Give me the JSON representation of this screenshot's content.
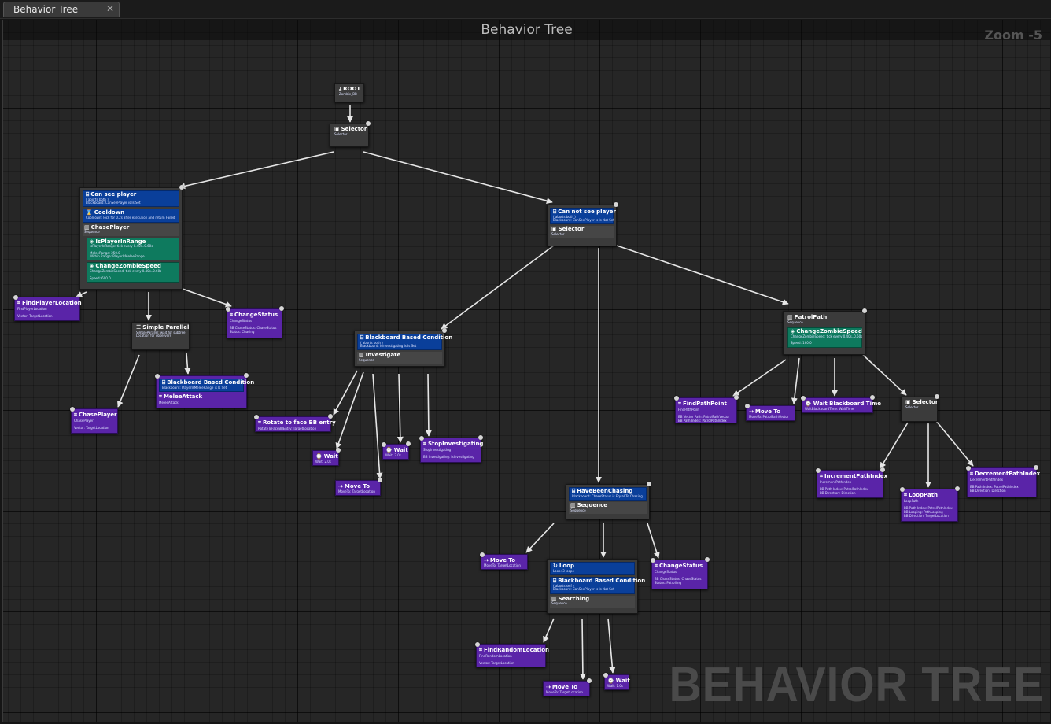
{
  "tab": {
    "title": "Behavior Tree"
  },
  "graph": {
    "title": "Behavior Tree",
    "zoom": "Zoom -5",
    "watermark": "BEHAVIOR TREE"
  },
  "nodes": {
    "root": {
      "title": "ROOT",
      "sub": "Zombie_BB"
    },
    "selector_main": {
      "title": "Selector",
      "sub": "Selector"
    },
    "can_see": {
      "deco_title": "Can see player",
      "deco_l1": "( aborts both )",
      "deco_l2": "Blackboard: CanSeePlayer is Is Set",
      "cooldown_title": "Cooldown",
      "cooldown_l1": "Cooldown: lock for 0.2s after execution and return Failed",
      "title": "ChasePlayer",
      "sub": "Sequence",
      "svc1_title": "IsPlayerInRange",
      "svc1_l1": "IsPlayerInRange: tick every 0.40s..0.60s",
      "svc1_l2": "MeleeRange: 250.0",
      "svc1_l3": "Within Range: PlayerIsMeleeRange",
      "svc2_title": "ChangeZombieSpeed",
      "svc2_l1": "ChangeZombieSpeed: tick every 0.40s..0.60s",
      "svc2_l2": "Speed: 600.0"
    },
    "find_player": {
      "title": "FindPlayerLocation",
      "sub": "FindPlayerLocation",
      "l1": "Vector: TargetLocation"
    },
    "simple_parallel": {
      "title": "Simple Parallel",
      "l1": "SimpleParallel: wait for subtree",
      "l2": "Location for observers"
    },
    "change_status_1": {
      "title": "ChangeStatus",
      "sub": "ChangeStatus",
      "l1": "BB ChaseStatus: ChaseStatus",
      "l2": "Status: Chasing"
    },
    "bb_melee": {
      "deco_title": "Blackboard Based Condition",
      "deco_l1": "Blackboard: PlayerIsMeleeRange is Is Set",
      "title": "MeleeAttack",
      "sub": "MeleeAttack"
    },
    "chase_player": {
      "title": "ChasePlayer",
      "sub": "ChasePlayer",
      "l1": "Vector: TargetLocation"
    },
    "cannot_see": {
      "deco_title": "Can not see player",
      "deco_l1": "( aborts both )",
      "deco_l2": "Blackboard: CanSeePlayer is Is Not Set",
      "title": "Selector",
      "sub": "Selector"
    },
    "investigate": {
      "deco_title": "Blackboard Based Condition",
      "deco_l1": "( aborts both )",
      "deco_l2": "Blackboard: IsInvestigating is Is Set",
      "title": "Investigate",
      "sub": "Sequence"
    },
    "rotate": {
      "title": "Rotate to face BB entry",
      "sub": "RotateToFaceBBEntry: TargetLocation"
    },
    "wait_1": {
      "title": "Wait",
      "sub": "Wait: 2.0s"
    },
    "wait_2": {
      "title": "Wait",
      "sub": "Wait: 2.0s"
    },
    "stop_invest": {
      "title": "StopInvestigating",
      "sub": "StopInvestigating",
      "l1": "BB Investigating: IsInvestigating"
    },
    "move_to_1": {
      "title": "Move To",
      "sub": "MoveTo: TargetLocation"
    },
    "patrol_path": {
      "title": "PatrolPath",
      "sub": "Sequence",
      "svc_title": "ChangeZombieSpeed",
      "svc_l1": "ChangeZombieSpeed: tick every 0.40s..0.60s",
      "svc_l2": "Speed: 160.0"
    },
    "find_path_point": {
      "title": "FindPathPoint",
      "sub": "FindPathPoint",
      "l1": "BB Vector Path: PatrolPathVector",
      "l2": "BB Path Index: PatrolPathIndex"
    },
    "move_to_2": {
      "title": "Move To",
      "sub": "MoveTo: PatrolPathVector"
    },
    "wait_bb_time": {
      "title": "Wait Blackboard Time",
      "sub": "WaitBlackboardTime: WaitTime"
    },
    "selector_patrol": {
      "title": "Selector",
      "sub": "Selector"
    },
    "inc_path": {
      "title": "IncrementPathIndex",
      "sub": "IncrementPathIndex",
      "l1": "BB Path Index: PatrolPathIndex",
      "l2": "BB Direction: Direction"
    },
    "loop_path": {
      "title": "LoopPath",
      "sub": "LoopPath",
      "l1": "BB Path Index: PatrolPathIndex",
      "l2": "BB Looping: PathLooping",
      "l3": "BB Direction: TargetLocation"
    },
    "dec_path": {
      "title": "DecrementPathIndex",
      "sub": "DecrementPathIndex",
      "l1": "BB Path Index: PatrolPathIndex",
      "l2": "BB Direction: Direction"
    },
    "have_been_chasing": {
      "deco_title": "HaveBeenChasing",
      "deco_l1": "Blackboard: ChaseStatus is Equal To Chasing",
      "title": "Sequence",
      "sub": "Sequence"
    },
    "move_to_3": {
      "title": "Move To",
      "sub": "MoveTo: TargetLocation"
    },
    "searching": {
      "deco1_title": "Loop",
      "deco1_l1": "Loop: 3 loops",
      "deco2_title": "Blackboard Based Condition",
      "deco2_l1": "( aborts self )",
      "deco2_l2": "Blackboard: CanSeePlayer is Is Not Set",
      "title": "Searching",
      "sub": "Sequence"
    },
    "change_status_2": {
      "title": "ChangeStatus",
      "sub": "ChangeStatus",
      "l1": "BB ChaseStatus: ChaseStatus",
      "l2": "Status: Patrolling"
    },
    "find_random": {
      "title": "FindRandomLocation",
      "sub": "FindRandomLocation",
      "l1": "Vector: TargetLocation"
    },
    "move_to_4": {
      "title": "Move To",
      "sub": "MoveTo: TargetLocation"
    },
    "wait_3": {
      "title": "Wait",
      "sub": "Wait: 1.0s"
    }
  },
  "colors": {
    "graph_bg": "#262626",
    "composite": "#3b3b3b",
    "decorator": "#0a3f9a",
    "service": "#0e7a5e",
    "task": "#5a24a8",
    "wire": "#e6e6e6"
  },
  "icons": {
    "root": "root-icon",
    "selector": "selector-icon",
    "sequence": "sequence-icon",
    "parallel": "parallel-icon",
    "decorator": "decorator-icon",
    "service": "service-icon",
    "task": "task-icon",
    "wait": "wait-icon",
    "move": "move-to-icon",
    "loop": "loop-icon"
  }
}
